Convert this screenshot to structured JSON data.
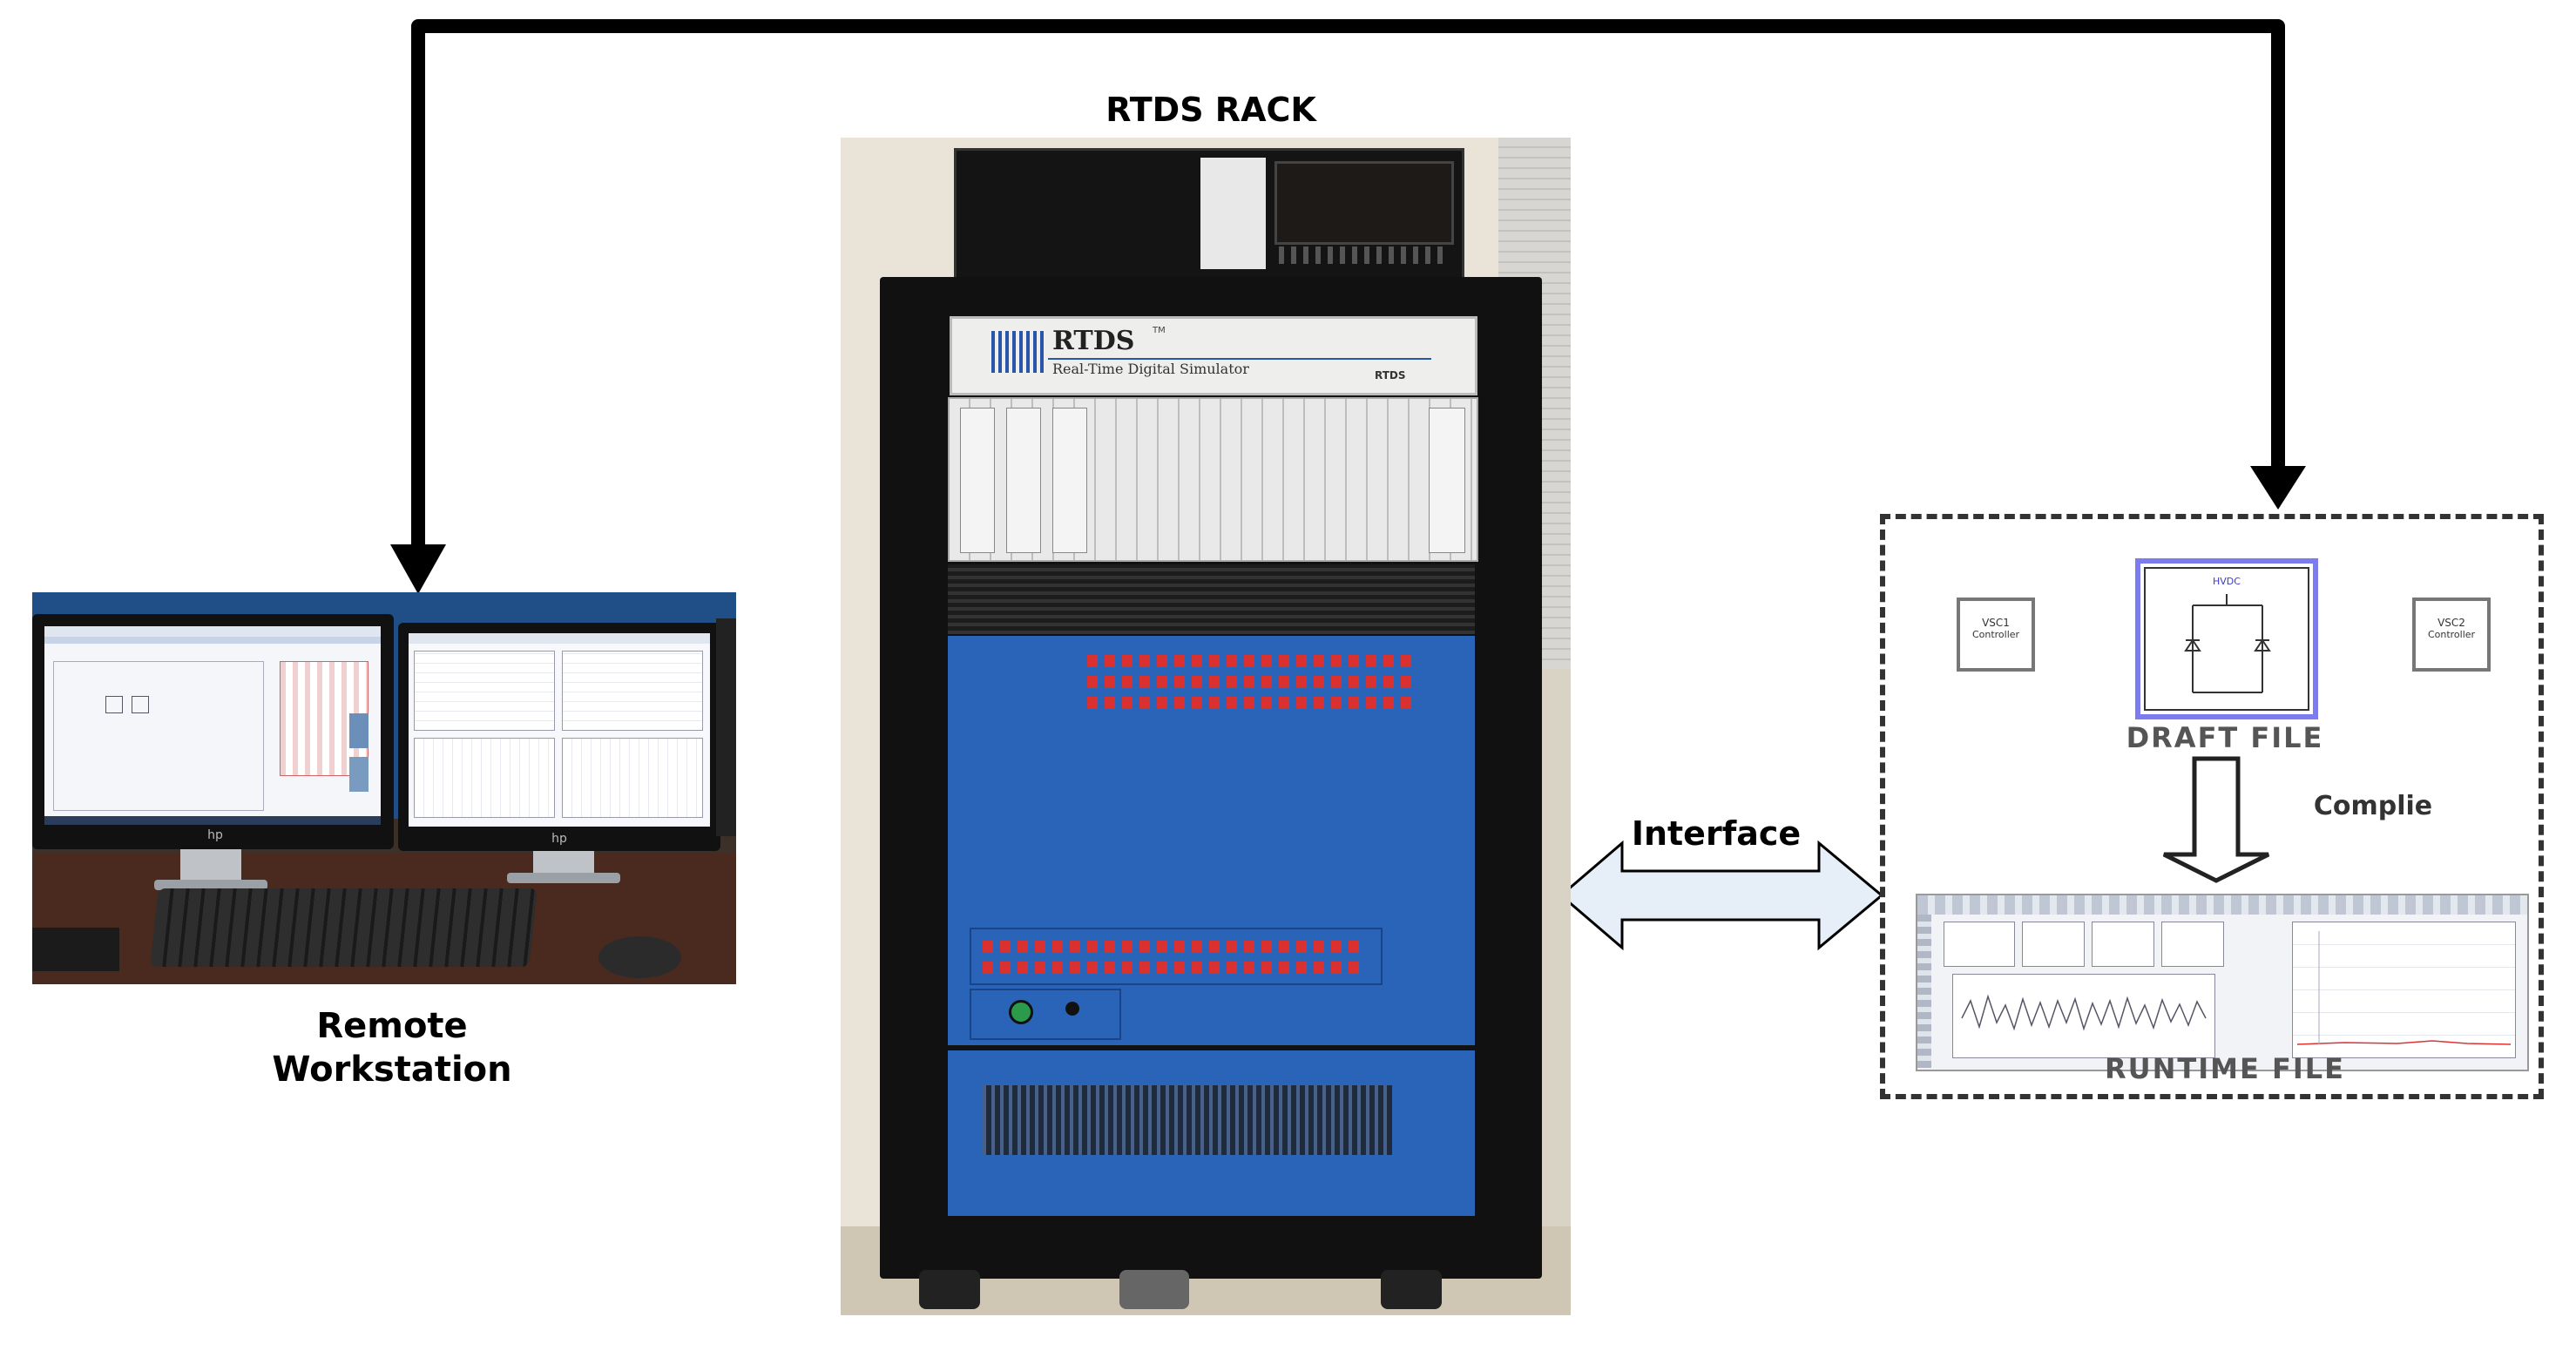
{
  "labels": {
    "rack_title": "RTDS RACK",
    "workstation_line1": "Remote",
    "workstation_line2": "Workstation",
    "interface": "Interface"
  },
  "rack": {
    "brand": "RTDS",
    "tm": "TM",
    "subtitle": "Real-Time Digital Simulator",
    "badge": "RTDS"
  },
  "software_panel": {
    "vsc1_line1": "VSC1",
    "vsc1_line2": "Controller",
    "vsc2_line1": "VSC2",
    "vsc2_line2": "Controller",
    "hvdc": "HVDC",
    "draft_file": "DRAFT FILE",
    "compile": "Complie",
    "runtime_file": "RUNTIME FILE"
  },
  "monitors": {
    "brand": "hp"
  },
  "colors": {
    "rack_blue": "#2a64b8",
    "rack_frame": "#111111",
    "terminal_red": "#d93030",
    "hvdc_border": "#7c7cf0",
    "arrow_fill": "#e6eef8"
  }
}
